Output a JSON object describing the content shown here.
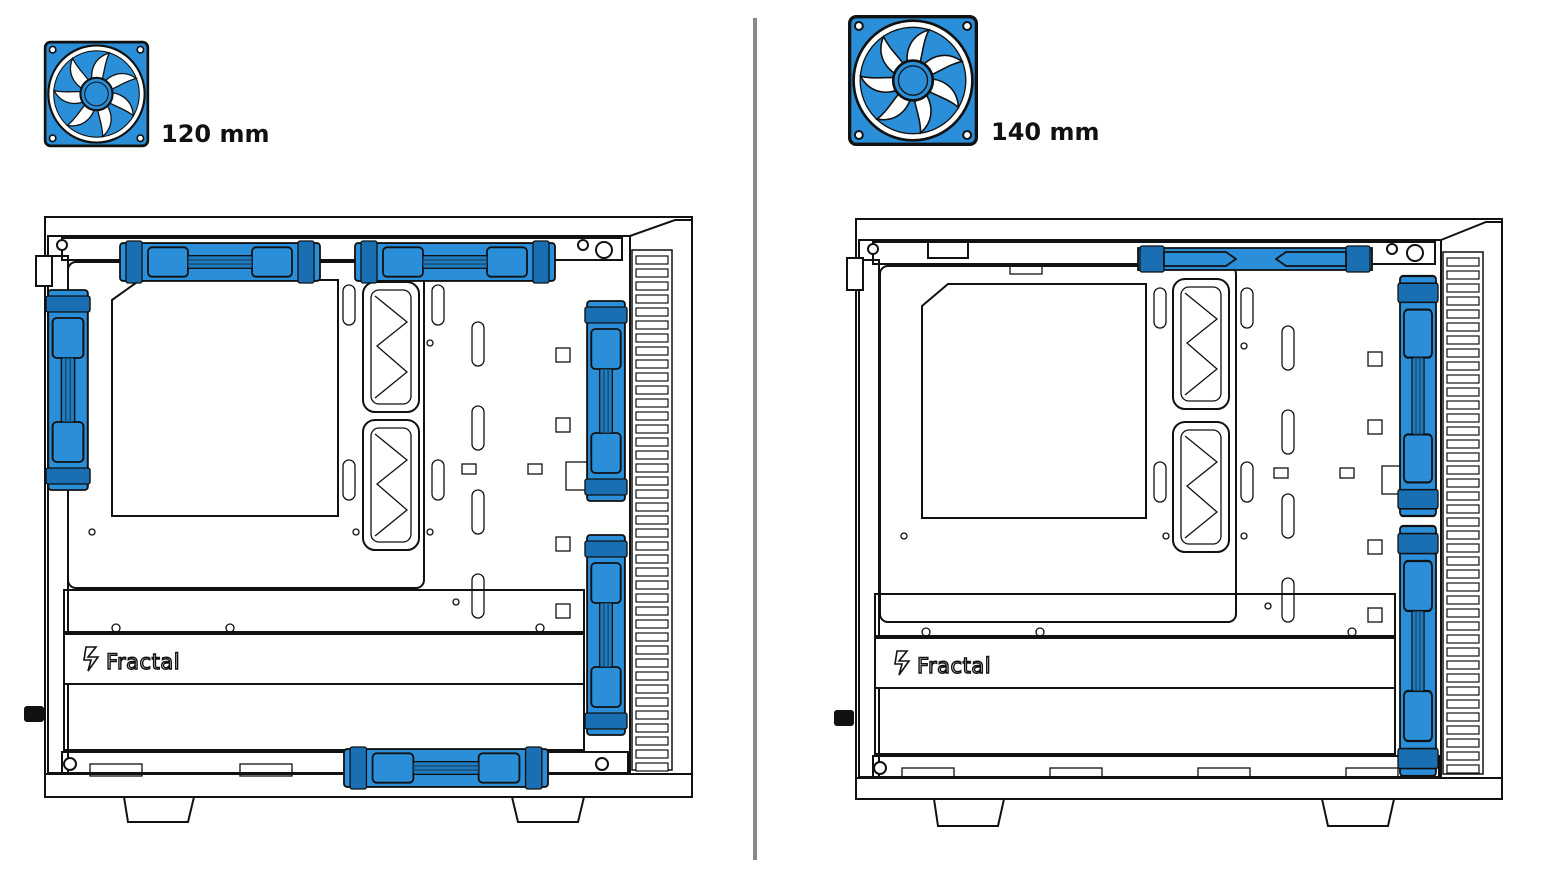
{
  "legend": {
    "fan_small_label": "120 mm",
    "fan_large_label": "140 mm"
  },
  "case_logo_text": "Fractal",
  "colors": {
    "fan_blue": "#2a8fd8",
    "fan_blue_dark": "#1a6fb2",
    "line": "#111111",
    "divider": "#888888"
  },
  "icons": {
    "fan": "fan-icon",
    "case": "pc-case-side-view",
    "logo": "fractal-logo-icon"
  }
}
